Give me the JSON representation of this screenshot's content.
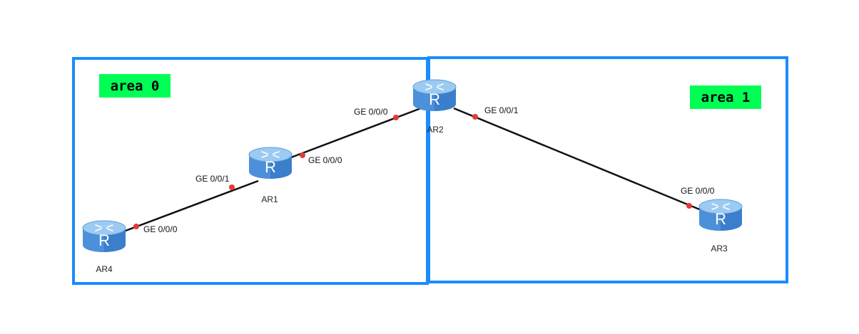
{
  "colors": {
    "area_border": "#1a8cff",
    "area_label_bg": "#00ff55",
    "link": "#111111",
    "port_dot": "#e53935",
    "router_body": "#3a7fcf",
    "router_top": "#8fc2f0"
  },
  "areas": [
    {
      "id": "area0",
      "label": "area 0"
    },
    {
      "id": "area1",
      "label": "area 1"
    }
  ],
  "routers": [
    {
      "id": "AR4",
      "label": "AR4",
      "icon": "router-icon"
    },
    {
      "id": "AR1",
      "label": "AR1",
      "icon": "router-icon"
    },
    {
      "id": "AR2",
      "label": "AR2",
      "icon": "router-icon"
    },
    {
      "id": "AR3",
      "label": "AR3",
      "icon": "router-icon"
    }
  ],
  "links": [
    {
      "id": "ar4-ar1",
      "from": "AR4",
      "to": "AR1",
      "from_port": "GE 0/0/0",
      "to_port": "GE 0/0/1"
    },
    {
      "id": "ar1-ar2",
      "from": "AR1",
      "to": "AR2",
      "from_port": "GE 0/0/0",
      "to_port": "GE 0/0/0"
    },
    {
      "id": "ar2-ar3",
      "from": "AR2",
      "to": "AR3",
      "from_port": "GE 0/0/1",
      "to_port": "GE 0/0/0"
    }
  ]
}
